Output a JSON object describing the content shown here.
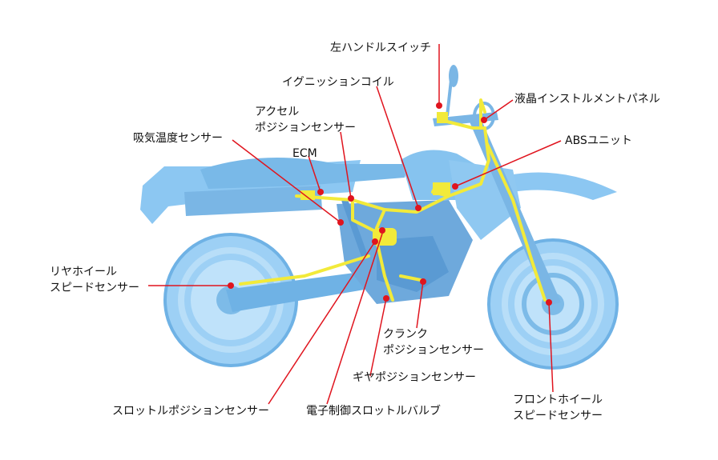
{
  "colors": {
    "bike_body": "#8cc7f2",
    "bike_dark": "#5ea6dd",
    "harness": "#f2ea3a",
    "leader_line": "#e0141e",
    "text": "#111111"
  },
  "labels": {
    "left_handle_switch": "左ハンドルスイッチ",
    "ignition_coil": "イグニッションコイル",
    "accel_sensor_1": "アクセル",
    "accel_sensor_2": "ポジションセンサー",
    "intake_temp_sensor": "吸気温度センサー",
    "ecm": "ECM",
    "lcd_panel": "液晶インストルメントパネル",
    "abs_unit": "ABSユニット",
    "rear_wheel_sensor_1": "リヤホイール",
    "rear_wheel_sensor_2": "スピードセンサー",
    "crank_sensor_1": "クランク",
    "crank_sensor_2": "ポジションセンサー",
    "gear_sensor": "ギヤポジションセンサー",
    "throttle_sensor": "スロットルポジションセンサー",
    "etv": "電子制御スロットルバルブ",
    "front_wheel_sensor_1": "フロントホイール",
    "front_wheel_sensor_2": "スピードセンサー"
  }
}
